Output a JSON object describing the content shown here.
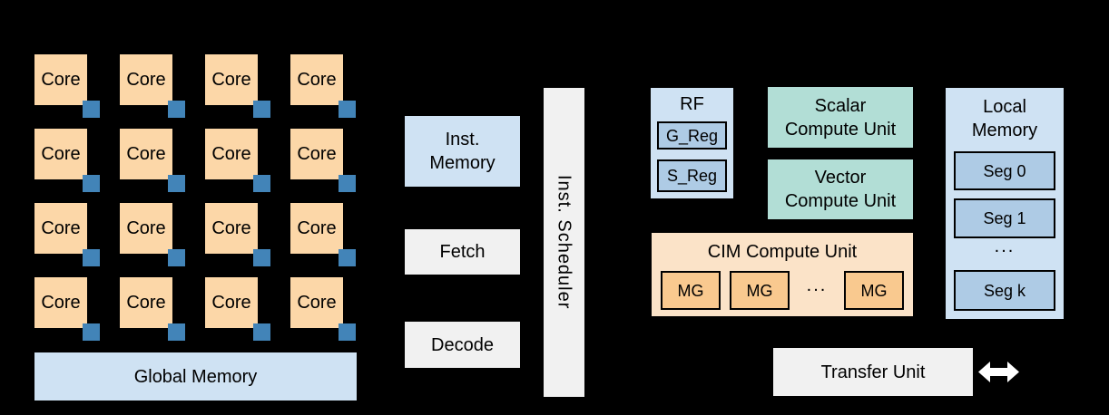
{
  "colors": {
    "bg": "#000000",
    "text": "#000000",
    "core-fill": "#FCD7A8",
    "router-blue": "#4284B8",
    "light-blue": "#CFE2F3",
    "mid-blue": "#AECBE5",
    "teal": "#B2DED6",
    "cim-light": "#FBE3C8",
    "cim-mg": "#F9C98F",
    "light-gray": "#F1F1F1",
    "arrow-white": "#FFFFFF"
  },
  "core_array": {
    "core_label": "Core"
  },
  "global_memory": {
    "label": "Global Memory"
  },
  "pipeline": {
    "inst_memory": "Inst.\nMemory",
    "fetch": "Fetch",
    "decode": "Decode",
    "scheduler": "Inst. Scheduler"
  },
  "register_file": {
    "title": "RF",
    "g_reg": "G_Reg",
    "s_reg": "S_Reg"
  },
  "compute_units": {
    "scalar": "Scalar\nCompute Unit",
    "vector": "Vector\nCompute Unit",
    "cim_title": "CIM Compute Unit",
    "mg_label": "MG",
    "ellipsis": "..."
  },
  "local_memory": {
    "title": "Local\nMemory",
    "segments": [
      "Seg 0",
      "Seg 1",
      "...",
      "Seg k"
    ]
  },
  "transfer_unit": {
    "label": "Transfer Unit"
  }
}
